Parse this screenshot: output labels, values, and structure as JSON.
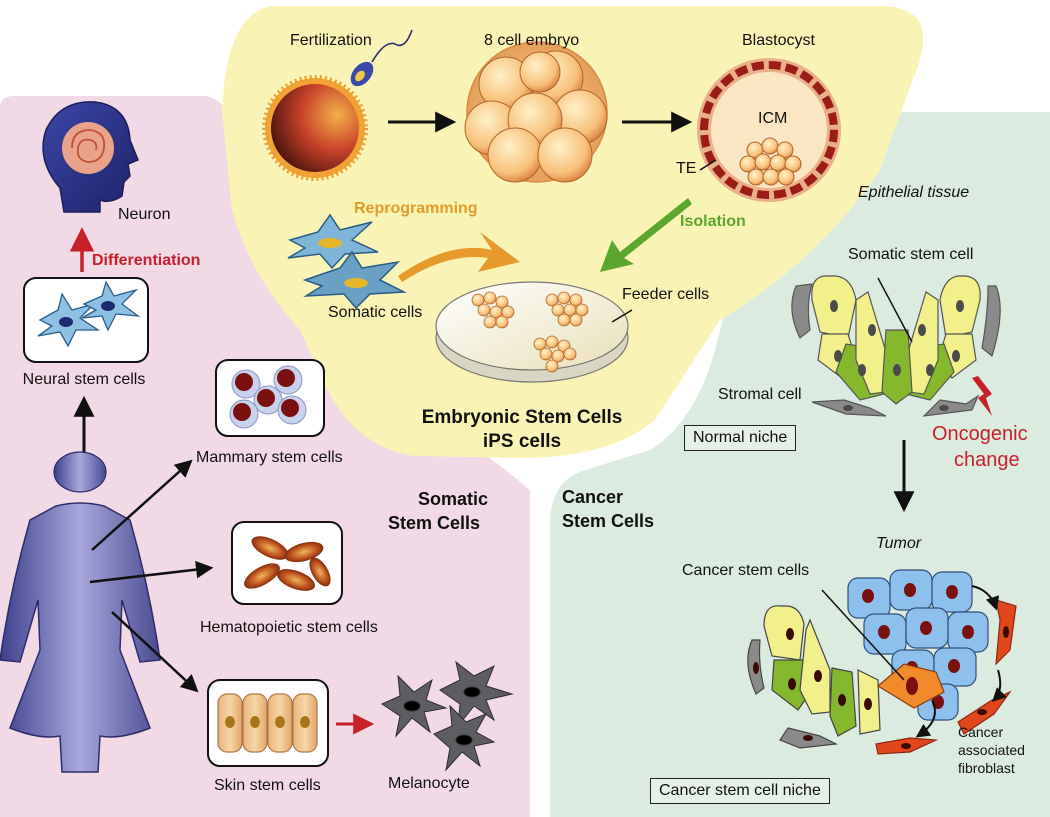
{
  "embryonic": {
    "fertilization": "Fertilization",
    "eight_cell": "8 cell embryo",
    "blastocyst": "Blastocyst",
    "icm": "ICM",
    "te": "TE",
    "reprogramming": "Reprogramming",
    "isolation": "Isolation",
    "somatic_cells": "Somatic cells",
    "feeder_cells": "Feeder cells",
    "title_line1": "Embryonic Stem Cells",
    "title_line2": "iPS cells"
  },
  "somatic": {
    "neuron": "Neuron",
    "differentiation": "Differentiation",
    "neural_stem_cells": "Neural stem cells",
    "mammary_stem_cells": "Mammary stem cells",
    "hematopoietic_stem_cells": "Hematopoietic stem cells",
    "skin_stem_cells": "Skin stem cells",
    "melanocyte": "Melanocyte",
    "title_line1": "Somatic",
    "title_line2": "Stem Cells"
  },
  "cancer": {
    "epithelial_tissue": "Epithelial tissue",
    "somatic_stem_cell": "Somatic stem cell",
    "stromal_cell": "Stromal cell",
    "normal_niche": "Normal niche",
    "oncogenic_line1": "Oncogenic",
    "oncogenic_line2": "change",
    "title_line1": "Cancer",
    "title_line2": "Stem Cells",
    "tumor": "Tumor",
    "cancer_stem_cells": "Cancer stem cells",
    "fibroblast_line1": "Cancer",
    "fibroblast_line2": "associated",
    "fibroblast_line3": "fibroblast",
    "niche_box": "Cancer stem cell niche"
  },
  "colors": {
    "embryonic_bg": "#f9f3b5",
    "somatic_bg": "#f2d9e6",
    "cancer_bg": "#dcebdf",
    "reprogramming": "#e59a2b",
    "isolation": "#5aa62e",
    "differentiation": "#c8202a",
    "oncogenic": "#c8202a"
  }
}
